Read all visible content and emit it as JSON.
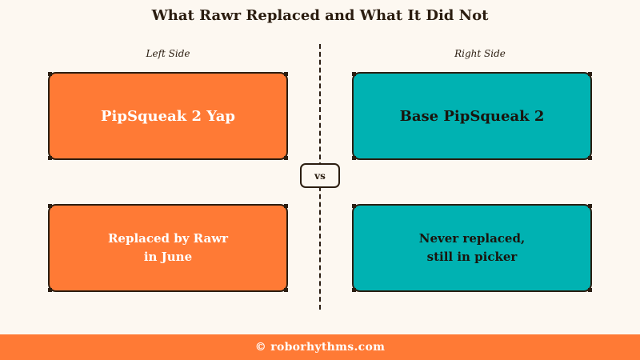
{
  "title": "What Rawr Replaced and What It Did Not",
  "left": {
    "label": "Left Side",
    "top_card": "PipSqueak 2 Yap",
    "bottom_card": "Replaced by Rawr\nin June"
  },
  "right": {
    "label": "Right Side",
    "top_card": "Base PipSqueak 2",
    "bottom_card": "Never replaced,\nstill in picker"
  },
  "vs_label": "vs",
  "footer": "© roborhythms.com",
  "colors": {
    "orange": "#ff7a35",
    "teal": "#00b2b2",
    "background": "#fdf8f1",
    "ink": "#2b1d10"
  }
}
